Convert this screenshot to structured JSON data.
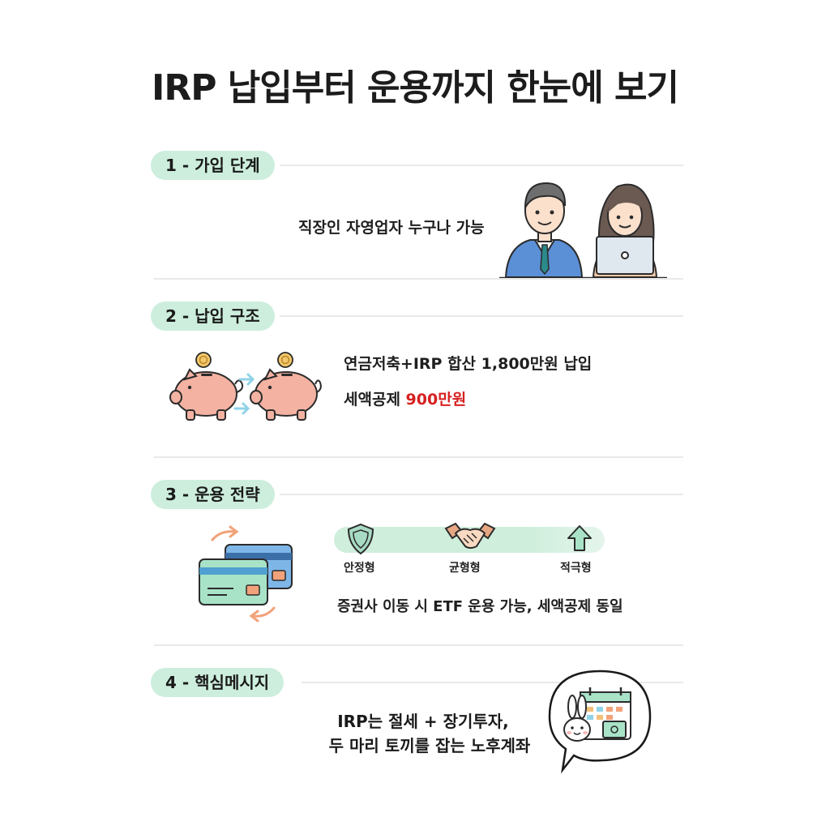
{
  "title": "IRP 납입부터 운용까지 한눈에 보기",
  "sections": [
    {
      "label": "1 - 가입 단계",
      "text": "직장인 자영업자 누구나 가능"
    },
    {
      "label": "2 - 납입 구조",
      "line1": "연금저축+IRP 합산 1,800만원 납입",
      "line2_prefix": "세액공제 ",
      "line2_highlight": "900만원"
    },
    {
      "label": "3 - 운용 전략",
      "options": [
        "안정형",
        "균형형",
        "적극형"
      ],
      "text": "증권사 이동 시 ETF 운용 가능, 세액공제 동일"
    },
    {
      "label": "4 - 핵심메시지",
      "line1": "IRP는 절세 + 장기투자,",
      "line2": "두 마리 토끼를 잡는 노후계좌"
    }
  ],
  "colors": {
    "pill_bg": "#cdeedd",
    "accent_red": "#d62020",
    "piggy": "#f3b2a2",
    "card_green": "#a8e3c8",
    "card_blue": "#7fb6e8"
  },
  "icons": [
    "businessman-icon",
    "woman-laptop-icon",
    "piggy-bank-icon",
    "coin-icon",
    "arrow-right-icon",
    "credit-card-icon",
    "swap-arrows-icon",
    "shield-icon",
    "handshake-icon",
    "arrow-up-icon",
    "calendar-icon",
    "rabbit-icon",
    "speech-bubble-icon"
  ]
}
